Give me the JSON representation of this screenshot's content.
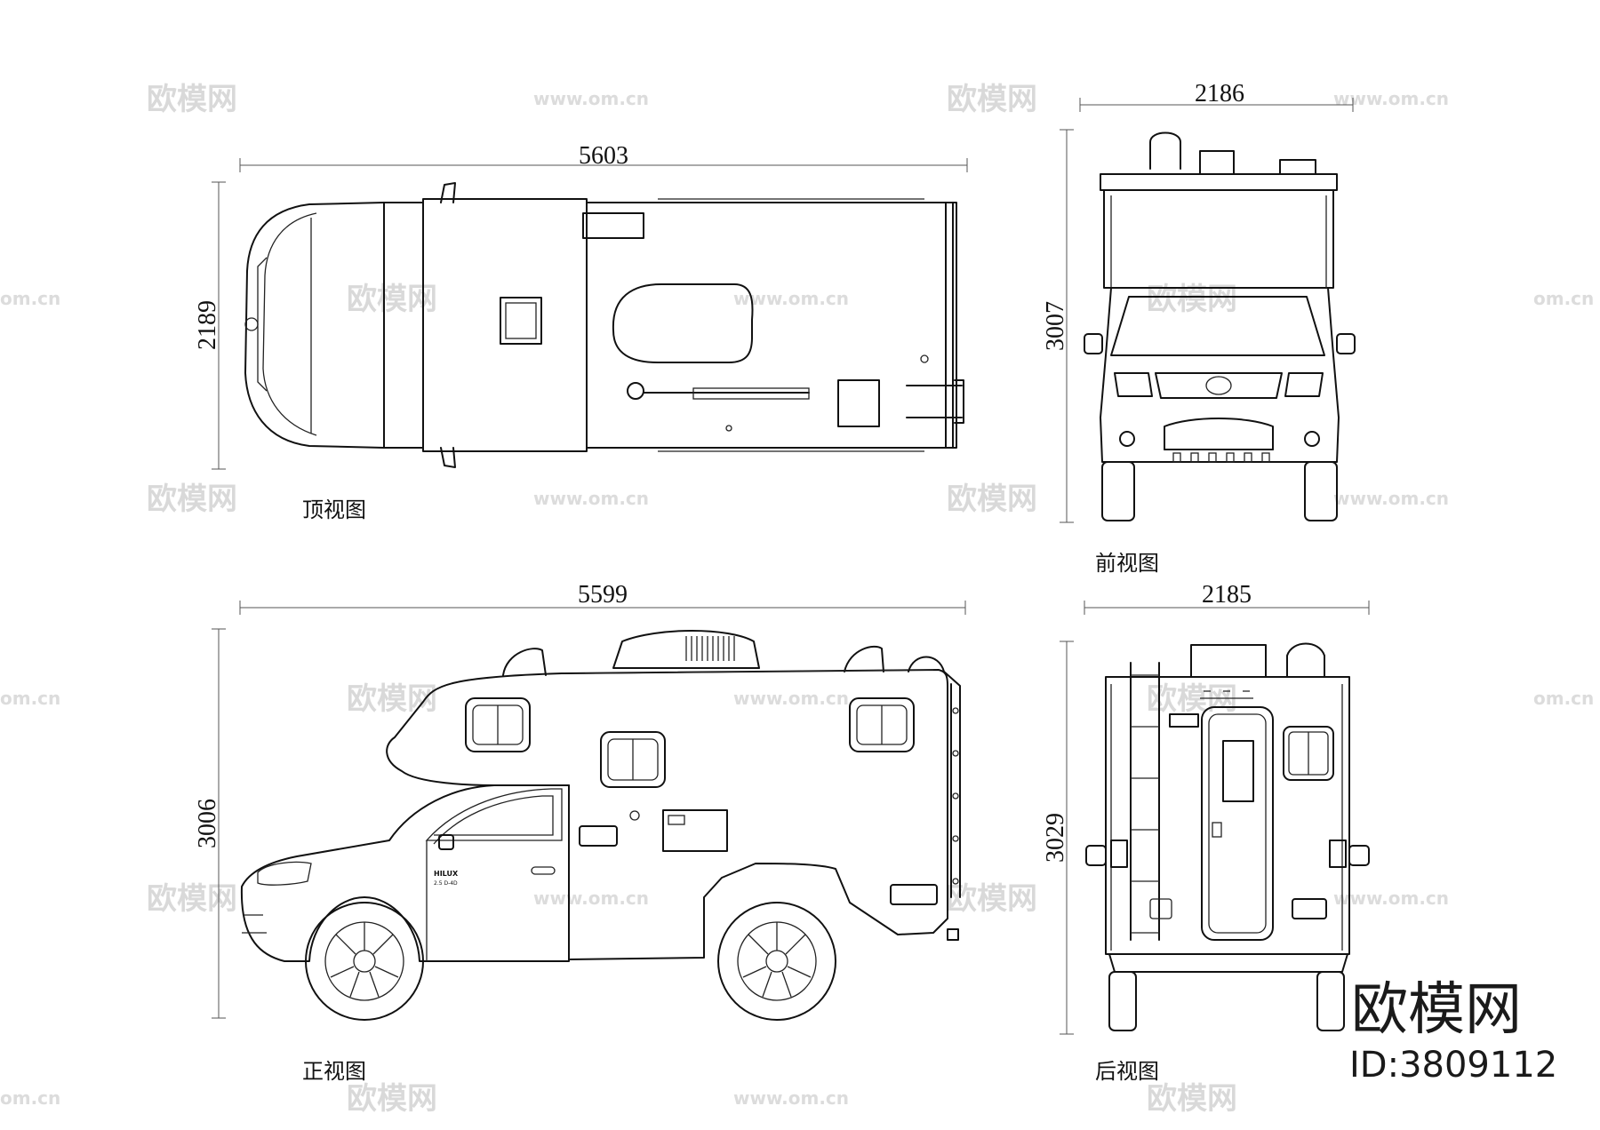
{
  "views": {
    "top": {
      "label": "顶视图",
      "length": "5603",
      "width": "2189"
    },
    "front": {
      "label": "前视图",
      "width": "2186",
      "height": "3007"
    },
    "side": {
      "label": "正视图",
      "length": "5599",
      "height": "3006"
    },
    "rear": {
      "label": "后视图",
      "width": "2185",
      "height": "3029"
    }
  },
  "badge": {
    "line1": "HILUX",
    "line2": "2.5 D-4D"
  },
  "watermark": {
    "brand": "欧模网",
    "url": "www.om.cn",
    "url_cropped": "om.cn"
  },
  "logo": {
    "brand": "欧模网",
    "id": "ID:3809112"
  }
}
